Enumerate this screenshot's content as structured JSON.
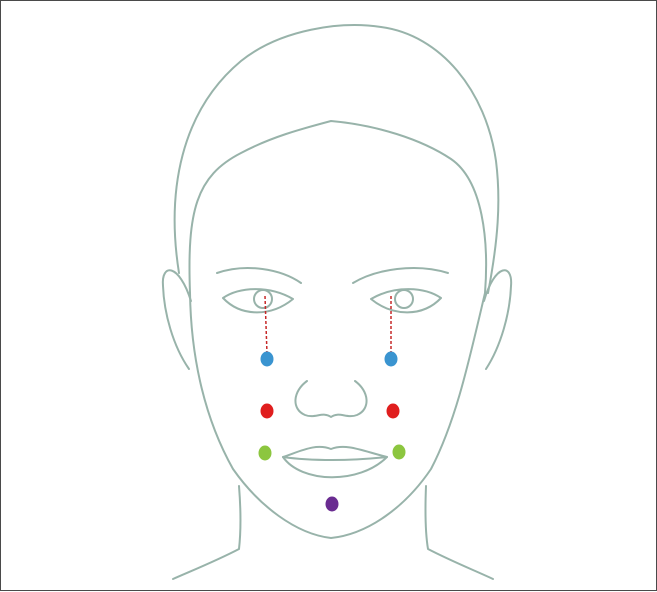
{
  "colors": {
    "outline": "#98B3AA",
    "guide": "#C62828",
    "frame_border": "#4a4a4a",
    "background": "#ffffff"
  },
  "markers": [
    {
      "name": "marker-blue-left",
      "color": "#3A94D0"
    },
    {
      "name": "marker-blue-right",
      "color": "#3A94D0"
    },
    {
      "name": "marker-red-left",
      "color": "#E01E1E"
    },
    {
      "name": "marker-red-right",
      "color": "#E01E1E"
    },
    {
      "name": "marker-green-left",
      "color": "#8CC63F"
    },
    {
      "name": "marker-green-right",
      "color": "#8CC63F"
    },
    {
      "name": "marker-purple-chin",
      "color": "#6A2C91"
    }
  ]
}
